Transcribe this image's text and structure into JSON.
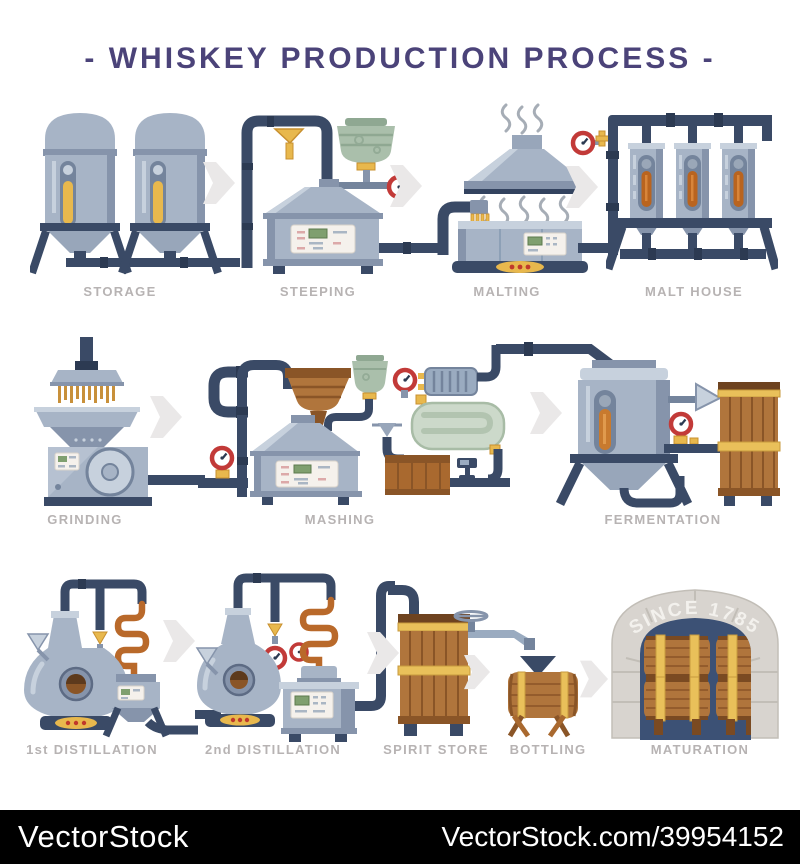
{
  "title": "- WHISKEY PRODUCTION PROCESS -",
  "rows": [
    {
      "name": "row-1",
      "stages": [
        {
          "label": "STORAGE"
        },
        {
          "label": "STEEPING"
        },
        {
          "label": "MALTING"
        },
        {
          "label": "MALT HOUSE"
        }
      ]
    },
    {
      "name": "row-2",
      "stages": [
        {
          "label": "GRINDING"
        },
        {
          "label": "MASHING"
        },
        {
          "label": "FERMENTATION"
        }
      ]
    },
    {
      "name": "row-3",
      "stages": [
        {
          "label": "1st DISTILLATION"
        },
        {
          "label": "2nd DISTILLATION"
        },
        {
          "label": "SPIRIT STORE"
        },
        {
          "label": "BOTTLING"
        },
        {
          "label": "MATURATION"
        }
      ]
    }
  ],
  "maturation": {
    "arch_text": "SINCE 1785"
  },
  "footer": {
    "brand": "VectorStock",
    "image_url_text": "VectorStock.com/39954152"
  },
  "colors": {
    "title": "#4b4379",
    "label": "#b7b3b3",
    "steel": "#a7b4c6",
    "navy": "#3a4a66",
    "amber": "#e8b84d",
    "copper": "#b9692a",
    "wood": "#b0753c",
    "gold": "#e9c05a",
    "gauge_red": "#c23a38",
    "sage_green": "#aabfab",
    "pale_green": "#ccd9ca",
    "arrow": "#eae8e8",
    "stone": "#d8d4cf",
    "cellar": "#3c5175",
    "footer_bg": "#000000",
    "footer_text": "#ffffff"
  }
}
